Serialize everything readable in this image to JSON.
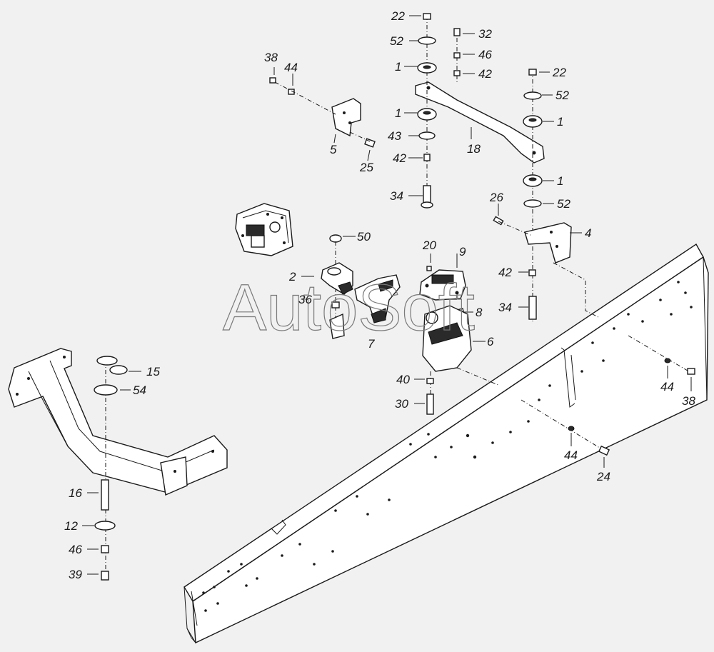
{
  "watermark": "AutoSoft",
  "labels": [
    {
      "id": "l22a",
      "text": "22"
    },
    {
      "id": "l52a",
      "text": "52"
    },
    {
      "id": "l1a",
      "text": "1"
    },
    {
      "id": "l1b",
      "text": "1"
    },
    {
      "id": "l43",
      "text": "43"
    },
    {
      "id": "l42a",
      "text": "42"
    },
    {
      "id": "l34a",
      "text": "34"
    },
    {
      "id": "l32",
      "text": "32"
    },
    {
      "id": "l46a",
      "text": "46"
    },
    {
      "id": "l42b",
      "text": "42"
    },
    {
      "id": "l18",
      "text": "18"
    },
    {
      "id": "l22b",
      "text": "22"
    },
    {
      "id": "l52b",
      "text": "52"
    },
    {
      "id": "l1c",
      "text": "1"
    },
    {
      "id": "l1d",
      "text": "1"
    },
    {
      "id": "l52c",
      "text": "52"
    },
    {
      "id": "l38a",
      "text": "38"
    },
    {
      "id": "l44a",
      "text": "44"
    },
    {
      "id": "l5",
      "text": "5"
    },
    {
      "id": "l25",
      "text": "25"
    },
    {
      "id": "l26",
      "text": "26"
    },
    {
      "id": "l4",
      "text": "4"
    },
    {
      "id": "l42c",
      "text": "42"
    },
    {
      "id": "l34b",
      "text": "34"
    },
    {
      "id": "l50",
      "text": "50"
    },
    {
      "id": "l20",
      "text": "20"
    },
    {
      "id": "l9",
      "text": "9"
    },
    {
      "id": "l2",
      "text": "2"
    },
    {
      "id": "l36",
      "text": "36"
    },
    {
      "id": "l7",
      "text": "7"
    },
    {
      "id": "l8",
      "text": "8"
    },
    {
      "id": "l6",
      "text": "6"
    },
    {
      "id": "l40",
      "text": "40"
    },
    {
      "id": "l30",
      "text": "30"
    },
    {
      "id": "l15",
      "text": "15"
    },
    {
      "id": "l54",
      "text": "54"
    },
    {
      "id": "l16",
      "text": "16"
    },
    {
      "id": "l12",
      "text": "12"
    },
    {
      "id": "l46b",
      "text": "46"
    },
    {
      "id": "l39",
      "text": "39"
    },
    {
      "id": "l44b",
      "text": "44"
    },
    {
      "id": "l38b",
      "text": "38"
    },
    {
      "id": "l44c",
      "text": "44"
    },
    {
      "id": "l24",
      "text": "24"
    }
  ]
}
